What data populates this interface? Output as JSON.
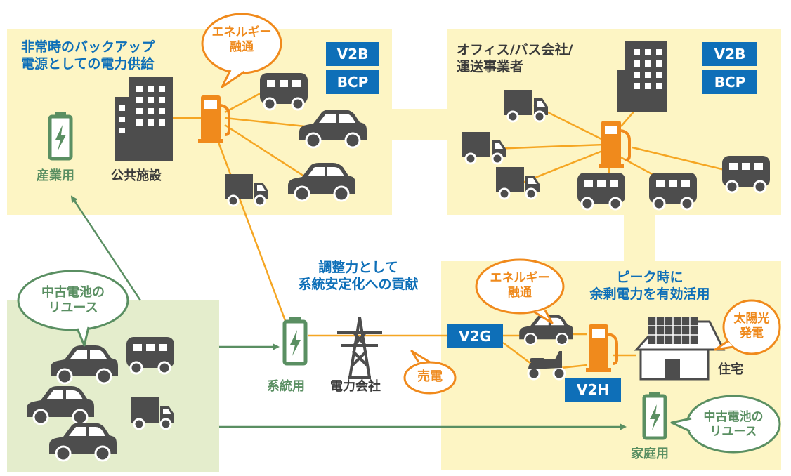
{
  "colors": {
    "panel_yellow": "#fdf5c4",
    "panel_green": "#e4edcc",
    "icon_gray": "#4d4d4d",
    "accent_orange": "#f08a1c",
    "line_orange": "#f5a623",
    "arrow_green": "#5a8f62",
    "tag_blue": "#0e6fb8",
    "title_blue": "#0e6fb8"
  },
  "top_left": {
    "title": "非常時のバックアップ\n電源としての電力供給",
    "bubble": "エネルギー\n融通",
    "tags": [
      "V2B",
      "BCP"
    ],
    "battery_label": "産業用",
    "building_label": "公共施設"
  },
  "top_right": {
    "title": "オフィス/バス会社/\n運送事業者",
    "tags": [
      "V2B",
      "BCP"
    ]
  },
  "center": {
    "title": "調整力として\n系統安定化への貢献",
    "battery_label": "系統用",
    "tower_label": "電力会社",
    "sell_bubble": "売電"
  },
  "bottom_right": {
    "title": "ピーク時に\n余剰電力を有効活用",
    "bubble": "エネルギー\n融通",
    "solar_bubble": "太陽光\n発電",
    "house_label": "住宅",
    "tag_v2g": "V2G",
    "tag_v2h": "V2H",
    "battery_label": "家庭用",
    "reuse_bubble": "中古電池の\nリユース"
  },
  "bottom_left": {
    "bubble": "中古電池の\nリユース"
  }
}
